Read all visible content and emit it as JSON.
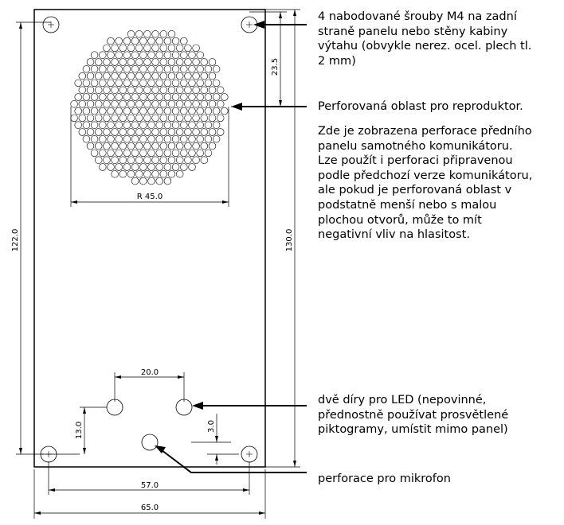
{
  "annotations": {
    "screws": "4 nabodované šrouby M4 na zadní\nstraně panelu nebo stěny kabiny\nvýtahu (obvykle nerez. ocel. plech tl.\n2 mm)",
    "speaker_title": "Perforovaná oblast pro reproduktor.",
    "speaker_body": "Zde je zobrazena perforace předního\npanelu samotného komunikátoru.\nLze použít i perforaci připravenou\npodle předchozí verze komunikátoru,\nale pokud je perforovaná oblast v\npodstatně menší nebo s malou\nplochou otvorů, může to mít\nnegativní vliv na hlasitost.",
    "led": "dvě díry pro LED (nepovinné,\npřednostně používat prosvětlené\npiktogramy, umístit mimo panel)",
    "microphone": "perforace pro mikrofon"
  },
  "dimensions": {
    "d23_5": "23.5",
    "r45": "R 45.0",
    "d122": "122.0",
    "d130": "130.0",
    "d20": "20.0",
    "d13": "13.0",
    "d3": "3.0",
    "d57": "57.0",
    "d65": "65.0"
  }
}
